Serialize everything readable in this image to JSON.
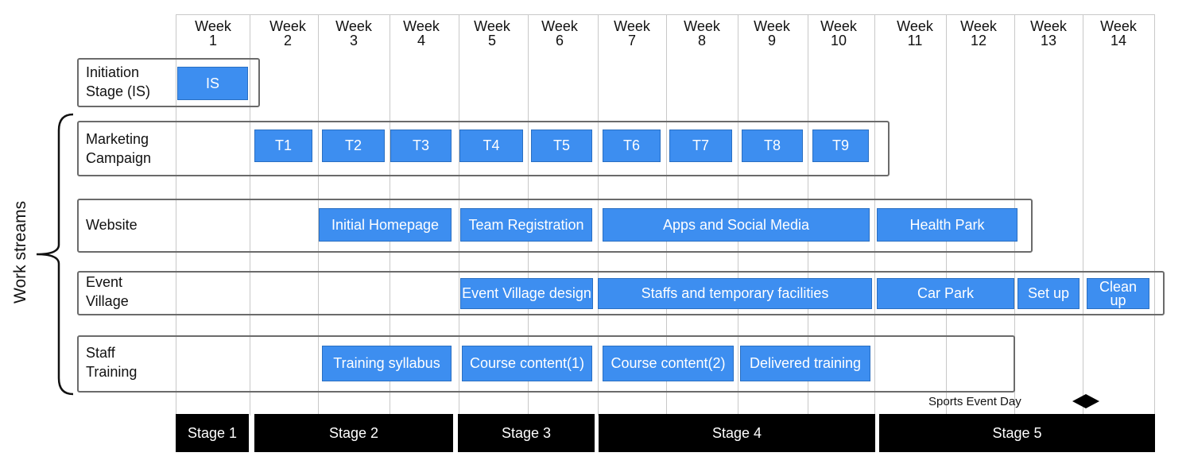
{
  "weeks": [
    "Week\n1",
    "Week\n2",
    "Week\n3",
    "Week\n4",
    "Week\n5",
    "Week\n6",
    "Week\n7",
    "Week\n8",
    "Week\n9",
    "Week\n10",
    "Week\n11",
    "Week\n12",
    "Week\n13",
    "Week\n14"
  ],
  "y_label": "Work streams",
  "rows": [
    {
      "label": "Initiation Stage (IS)"
    },
    {
      "label": "Marketing Campaign"
    },
    {
      "label": "Website"
    },
    {
      "label": "Event Village"
    },
    {
      "label": "Staff Training"
    }
  ],
  "tasks": {
    "is": "IS",
    "t1": "T1",
    "t2": "T2",
    "t3": "T3",
    "t4": "T4",
    "t5": "T5",
    "t6": "T6",
    "t7": "T7",
    "t8": "T8",
    "t9": "T9",
    "initial_homepage": "Initial Homepage",
    "team_registration": "Team Registration",
    "apps_social": "Apps and Social Media",
    "health_park": "Health Park",
    "event_village_design": "Event Village design",
    "staffs_facilities": "Staffs and temporary facilities",
    "car_park": "Car Park",
    "set_up": "Set up",
    "clean_up": "Clean up",
    "training_syllabus": "Training syllabus",
    "course_content_1": "Course content(1)",
    "course_content_2": "Course content(2)",
    "delivered_training": "Delivered training"
  },
  "milestone": {
    "label": "Sports Event Day"
  },
  "stages": [
    "Stage 1",
    "Stage 2",
    "Stage 3",
    "Stage 4",
    "Stage 5"
  ],
  "colors": {
    "bar": "#3d8ef0",
    "stage_bg": "#000000",
    "frame": "#6b6b6b"
  }
}
